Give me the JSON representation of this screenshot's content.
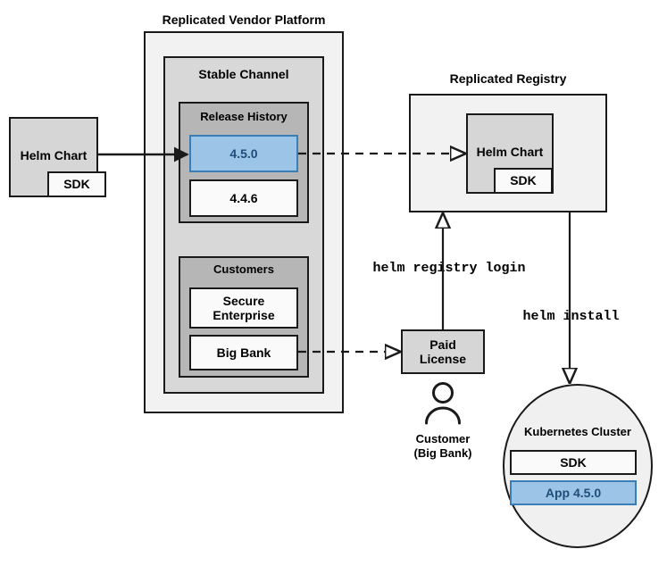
{
  "diagram": {
    "title_vendor_platform": "Replicated Vendor Platform",
    "title_registry": "Replicated Registry",
    "channel": {
      "label": "Stable Channel",
      "release_history": {
        "label": "Release History",
        "releases": [
          {
            "version": "4.5.0",
            "highlighted": true
          },
          {
            "version": "4.4.6",
            "highlighted": false
          }
        ]
      },
      "customers": {
        "label": "Customers",
        "entries": [
          {
            "name": "Secure\nEnterprise"
          },
          {
            "name": "Big Bank"
          }
        ]
      }
    },
    "helm_chart_source": {
      "label": "Helm Chart",
      "sdk_label": "SDK"
    },
    "registry": {
      "helm_chart_label": "Helm Chart",
      "sdk_label": "SDK"
    },
    "paid_license": {
      "label": "Paid\nLicense"
    },
    "customer_actor": {
      "icon": "person-icon",
      "line1": "Customer",
      "line2": "(Big Bank)"
    },
    "cluster": {
      "label": "Kubernetes Cluster",
      "components": [
        {
          "name": "SDK",
          "highlighted": false
        },
        {
          "name": "App 4.5.0",
          "highlighted": true
        }
      ]
    },
    "commands": {
      "registry_login": "helm registry login",
      "install": "helm install"
    },
    "colors": {
      "accent_blue_fill": "#9BC4E6",
      "accent_blue_border": "#3A7EB5",
      "accent_blue_text": "#1F4E79",
      "outline": "#1a1a1a",
      "fill_outer": "#F2F2F2",
      "fill_mid": "#D8D8D8",
      "fill_inner": "#B6B6B6",
      "fill_white": "#FAFAFA",
      "fill_gray": "#D6D6D6"
    }
  }
}
